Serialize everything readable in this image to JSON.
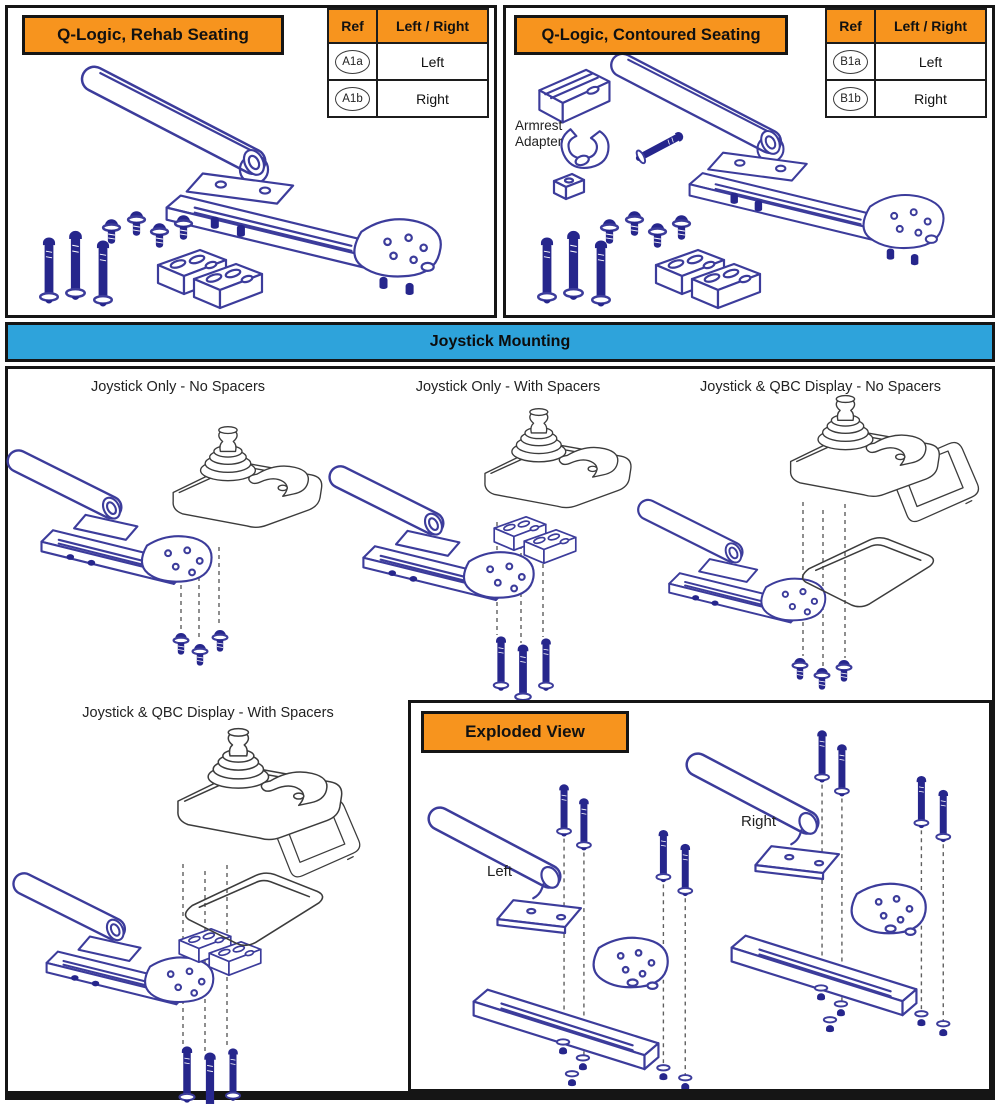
{
  "colors": {
    "badge_orange": "#F7941E",
    "section_blue": "#2EA3DB",
    "line_blue": "#3C3C9B",
    "bolt_navy": "#26268C",
    "line_dark": "#3C3C3C"
  },
  "rehab": {
    "title": "Q-Logic, Rehab Seating",
    "table": {
      "headers": [
        "Ref",
        "Left / Right"
      ],
      "rows": [
        {
          "ref": "A1a",
          "side": "Left"
        },
        {
          "ref": "A1b",
          "side": "Right"
        }
      ]
    }
  },
  "contoured": {
    "title": "Q-Logic, Contoured Seating",
    "callout": "Armrest Adapter",
    "table": {
      "headers": [
        "Ref",
        "Left / Right"
      ],
      "rows": [
        {
          "ref": "B1a",
          "side": "Left"
        },
        {
          "ref": "B1b",
          "side": "Right"
        }
      ]
    }
  },
  "mounting": {
    "title": "Joystick Mounting",
    "diagrams": [
      {
        "label": "Joystick Only - No Spacers"
      },
      {
        "label": "Joystick Only - With Spacers"
      },
      {
        "label": "Joystick & QBC Display - No Spacers"
      },
      {
        "label": "Joystick & QBC Display - With Spacers"
      }
    ]
  },
  "exploded": {
    "title": "Exploded View",
    "left_label": "Left",
    "right_label": "Right"
  }
}
